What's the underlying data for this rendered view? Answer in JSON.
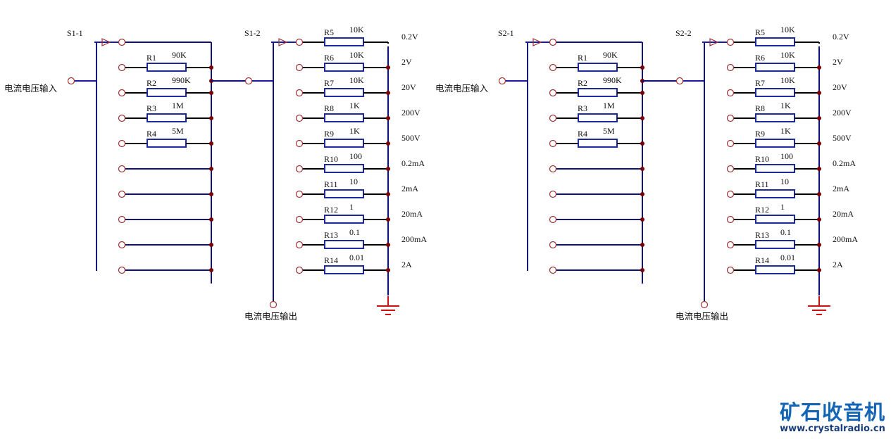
{
  "colors": {
    "wire_blue": "#10107a",
    "wire_bright": "#1a1aa8",
    "wire_black": "#000000",
    "junction": "#7a0000",
    "terminal": "#a03030",
    "ground": "#cc1111",
    "logo_blue": "#1565b6"
  },
  "circuits": [
    {
      "id": "circuit-1",
      "switch_a_label": "S1-1",
      "switch_b_label": "S1-2",
      "input_label": "电流电压输入",
      "output_label": "电流电压输出",
      "switch_a_positions": [
        {
          "resistor": "",
          "value": ""
        },
        {
          "resistor": "R1",
          "value": "90K"
        },
        {
          "resistor": "R2",
          "value": "990K"
        },
        {
          "resistor": "R3",
          "value": "1M"
        },
        {
          "resistor": "R4",
          "value": "5M"
        },
        {
          "resistor": "",
          "value": ""
        },
        {
          "resistor": "",
          "value": ""
        },
        {
          "resistor": "",
          "value": ""
        },
        {
          "resistor": "",
          "value": ""
        },
        {
          "resistor": "",
          "value": ""
        }
      ],
      "switch_b_positions": [
        {
          "resistor": "R5",
          "value": "10K",
          "range": "0.2V"
        },
        {
          "resistor": "R6",
          "value": "10K",
          "range": "2V"
        },
        {
          "resistor": "R7",
          "value": "10K",
          "range": "20V"
        },
        {
          "resistor": "R8",
          "value": "1K",
          "range": "200V"
        },
        {
          "resistor": "R9",
          "value": "1K",
          "range": "500V"
        },
        {
          "resistor": "R10",
          "value": "100",
          "range": "0.2mA"
        },
        {
          "resistor": "R11",
          "value": "10",
          "range": "2mA"
        },
        {
          "resistor": "R12",
          "value": "1",
          "range": "20mA"
        },
        {
          "resistor": "R13",
          "value": "0.1",
          "range": "200mA"
        },
        {
          "resistor": "R14",
          "value": "0.01",
          "range": "2A"
        }
      ]
    },
    {
      "id": "circuit-2",
      "switch_a_label": "S2-1",
      "switch_b_label": "S2-2",
      "input_label": "电流电压输入",
      "output_label": "电流电压输出",
      "switch_a_positions": [
        {
          "resistor": "",
          "value": ""
        },
        {
          "resistor": "R1",
          "value": "90K"
        },
        {
          "resistor": "R2",
          "value": "990K"
        },
        {
          "resistor": "R3",
          "value": "1M"
        },
        {
          "resistor": "R4",
          "value": "5M"
        },
        {
          "resistor": "",
          "value": ""
        },
        {
          "resistor": "",
          "value": ""
        },
        {
          "resistor": "",
          "value": ""
        },
        {
          "resistor": "",
          "value": ""
        },
        {
          "resistor": "",
          "value": ""
        }
      ],
      "switch_b_positions": [
        {
          "resistor": "R5",
          "value": "10K",
          "range": "0.2V"
        },
        {
          "resistor": "R6",
          "value": "10K",
          "range": "2V"
        },
        {
          "resistor": "R7",
          "value": "10K",
          "range": "20V"
        },
        {
          "resistor": "R8",
          "value": "1K",
          "range": "200V"
        },
        {
          "resistor": "R9",
          "value": "1K",
          "range": "500V"
        },
        {
          "resistor": "R10",
          "value": "100",
          "range": "0.2mA"
        },
        {
          "resistor": "R11",
          "value": "10",
          "range": "2mA"
        },
        {
          "resistor": "R12",
          "value": "1",
          "range": "20mA"
        },
        {
          "resistor": "R13",
          "value": "0.1",
          "range": "200mA"
        },
        {
          "resistor": "R14",
          "value": "0.01",
          "range": "2A"
        }
      ]
    }
  ],
  "logo": {
    "title": "矿石收音机",
    "url": "www.crystalradio.cn"
  }
}
